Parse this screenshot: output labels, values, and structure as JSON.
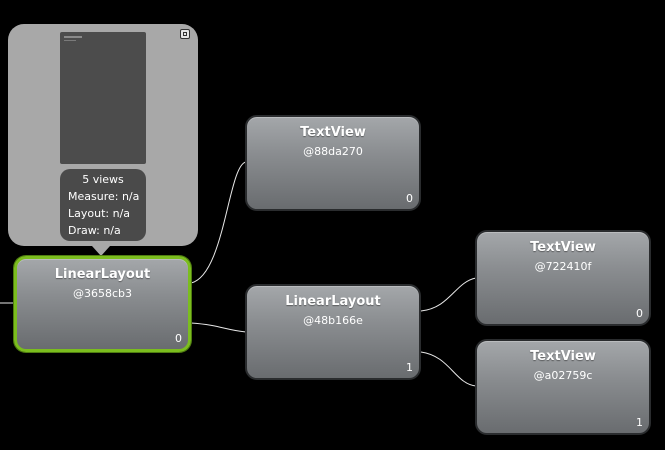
{
  "nodes": [
    {
      "id": "root",
      "title": "LinearLayout",
      "hash": "@3658cb3",
      "index": "0",
      "selected": true
    },
    {
      "id": "tv1",
      "title": "TextView",
      "hash": "@88da270",
      "index": "0"
    },
    {
      "id": "ll2",
      "title": "LinearLayout",
      "hash": "@48b166e",
      "index": "1"
    },
    {
      "id": "tv2",
      "title": "TextView",
      "hash": "@722410f",
      "index": "0"
    },
    {
      "id": "tv3",
      "title": "TextView",
      "hash": "@a02759c",
      "index": "1"
    }
  ],
  "preview": {
    "views": "5 views",
    "measure": "Measure: n/a",
    "layout": "Layout: n/a",
    "draw": "Draw: n/a"
  },
  "colors": {
    "background": "#000000",
    "selected_border": "#7bbd1e",
    "connector": "#ffffff"
  }
}
